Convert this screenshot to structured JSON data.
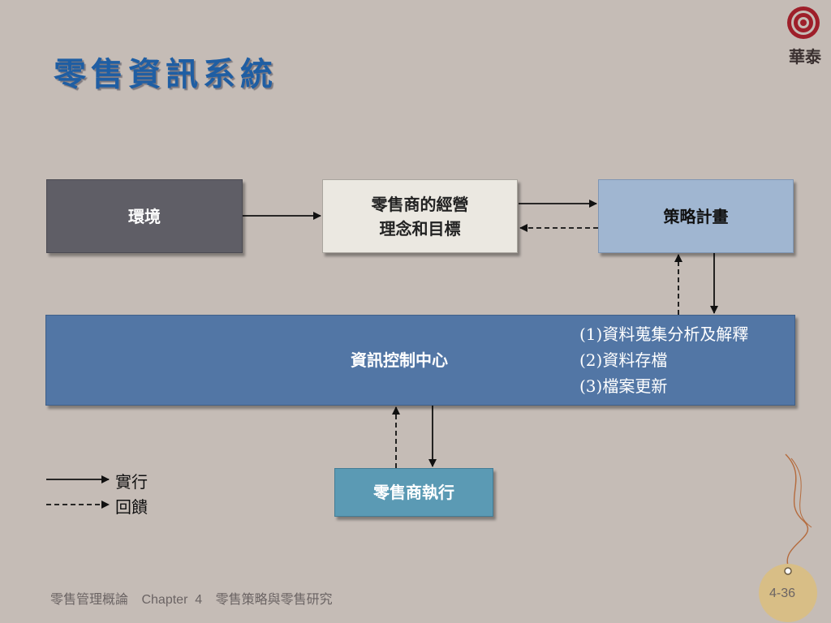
{
  "slide": {
    "title": "零售資訊系統",
    "logo_text": "華泰",
    "page_number": "4-36"
  },
  "diagram": {
    "nodes": {
      "environment": "環境",
      "philosophy_line1": "零售商的經營",
      "philosophy_line2": "理念和目標",
      "strategic_plan": "策略計畫",
      "info_center": "資訊控制中心",
      "info_center_items": [
        "(1)資料蒐集分析及解釋",
        "(2)資料存檔",
        "(3)檔案更新"
      ],
      "retailer_execution": "零售商執行"
    },
    "legend": {
      "solid": "實行",
      "dashed": "回饋"
    }
  },
  "footer": {
    "course": "零售管理概論",
    "chapter": "Chapter  4",
    "chapter_title": "零售策略與零售研究"
  }
}
